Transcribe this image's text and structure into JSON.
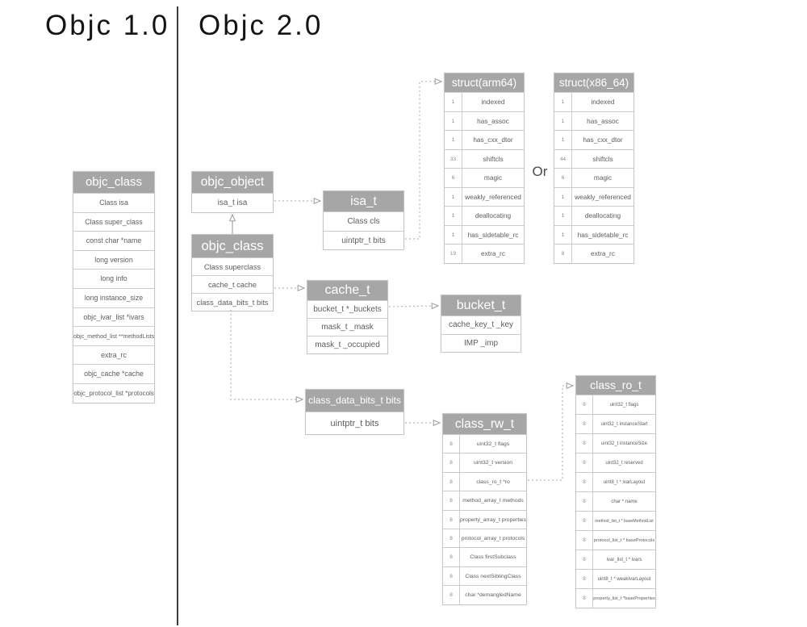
{
  "titles": {
    "left": "Objc 1.0",
    "right": "Objc 2.0"
  },
  "or_label": "Or",
  "colors": {
    "header_bg": "#a6a6a6",
    "header_text": "#ffffff",
    "row_border": "#cccccc",
    "row_text": "#5d5d5d",
    "connector": "#b8b8b8",
    "divider": "#3c3c3c"
  },
  "tables": {
    "objc_class_v1": {
      "title": "objc_class",
      "rows": [
        "Class isa",
        "Class super_class",
        "const char *name",
        "long version",
        "long info",
        "long instance_size",
        "objc_ivar_list *ivars",
        "objc_method_list **methodLists",
        "extra_rc",
        "objc_cache *cache",
        "objc_protocol_list *protocols"
      ]
    },
    "objc_object": {
      "title": "objc_object",
      "rows": [
        "isa_t isa"
      ]
    },
    "objc_class_v2": {
      "title": "objc_class",
      "rows": [
        "Class superclass",
        "cache_t cache",
        "class_data_bits_t bits"
      ]
    },
    "isa_t": {
      "title": "isa_t",
      "rows": [
        "Class cls",
        "uintptr_t bits"
      ]
    },
    "struct_arm64": {
      "title": "struct(arm64)",
      "rows": [
        [
          "1",
          "indexed"
        ],
        [
          "1",
          "has_assoc"
        ],
        [
          "1",
          "has_cxx_dtor"
        ],
        [
          "33",
          "shiftcls"
        ],
        [
          "6",
          "magic"
        ],
        [
          "1",
          "weakly_referenced"
        ],
        [
          "1",
          "deallocating"
        ],
        [
          "1",
          "has_sidetable_rc"
        ],
        [
          "19",
          "extra_rc"
        ]
      ]
    },
    "struct_x86_64": {
      "title": "struct(x86_64)",
      "rows": [
        [
          "1",
          "indexed"
        ],
        [
          "1",
          "has_assoc"
        ],
        [
          "1",
          "has_cxx_dtor"
        ],
        [
          "44",
          "shiftcls"
        ],
        [
          "6",
          "magic"
        ],
        [
          "1",
          "weakly_referenced"
        ],
        [
          "1",
          "deallocating"
        ],
        [
          "1",
          "has_sidetable_rc"
        ],
        [
          "8",
          "extra_rc"
        ]
      ]
    },
    "cache_t": {
      "title": "cache_t",
      "rows": [
        "bucket_t *_buckets",
        "mask_t _mask",
        "mask_t _occupied"
      ]
    },
    "bucket_t": {
      "title": "bucket_t",
      "rows": [
        "cache_key_t _key",
        "IMP _imp"
      ]
    },
    "class_data_bits_t": {
      "title": "class_data_bits_t bits",
      "rows": [
        "uintptr_t bits"
      ]
    },
    "class_rw_t": {
      "title": "class_rw_t",
      "rows": [
        [
          "8",
          "uint32_t flags"
        ],
        [
          "8",
          "uint32_t version"
        ],
        [
          "8",
          "class_ro_t *ro"
        ],
        [
          "8",
          "method_array_t methods"
        ],
        [
          "8",
          "property_array_t properties"
        ],
        [
          "8",
          "protocol_array_t protocols"
        ],
        [
          "8",
          "Class firstSubclass"
        ],
        [
          "8",
          "Class nextSiblingClass"
        ],
        [
          "8",
          "char *demangledName"
        ]
      ]
    },
    "class_ro_t": {
      "title": "class_ro_t",
      "rows": [
        [
          "8",
          "uint32_t flags"
        ],
        [
          "8",
          "uint32_t instanceStart"
        ],
        [
          "8",
          "uint32_t instanceSize"
        ],
        [
          "8",
          "uint32_t reserved"
        ],
        [
          "8",
          "uint8_t * ivarLayout"
        ],
        [
          "8",
          "char * name"
        ],
        [
          "8",
          "method_list_t * baseMethodList"
        ],
        [
          "8",
          "protocol_list_t * baseProtocols"
        ],
        [
          "8",
          "ivar_list_t * ivars"
        ],
        [
          "8",
          "uint8_t * weakIvarLayout"
        ],
        [
          "8",
          "property_list_t *baseProperties"
        ]
      ]
    }
  }
}
